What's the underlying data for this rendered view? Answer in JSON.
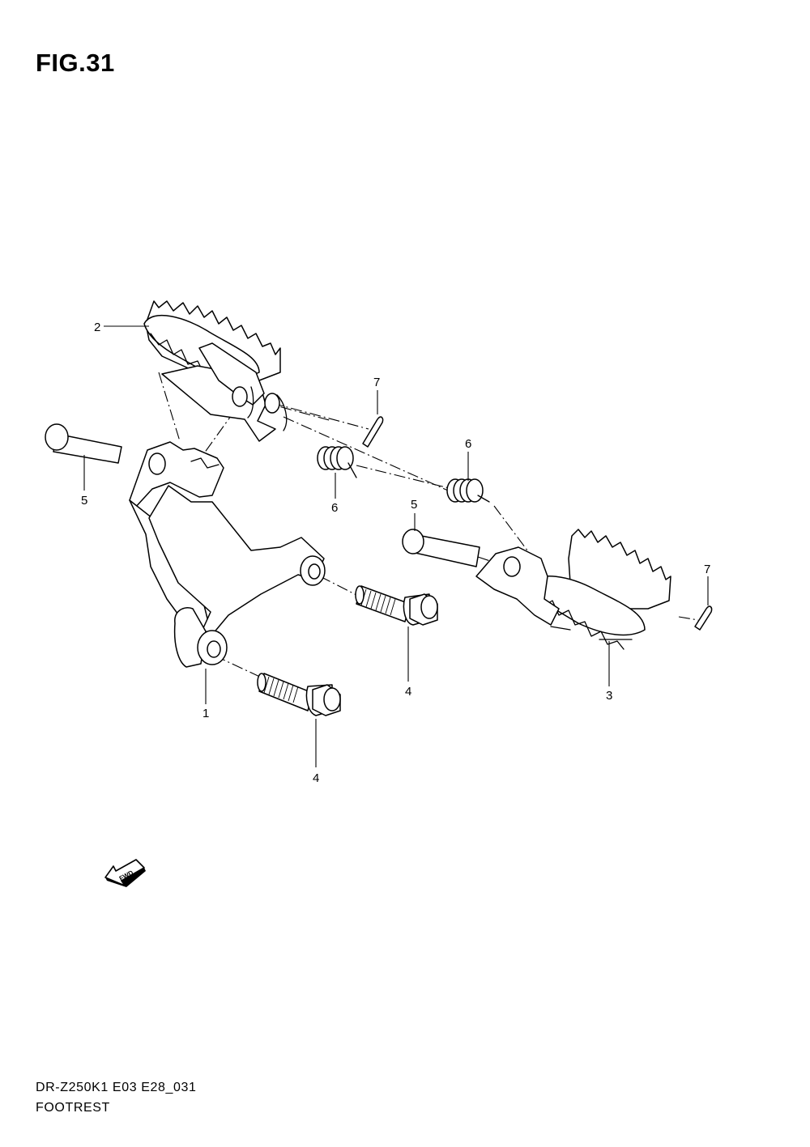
{
  "figure": {
    "title": "FIG.31"
  },
  "callouts": {
    "c1": "1",
    "c2": "2",
    "c3": "3",
    "c4a": "4",
    "c4b": "4",
    "c5a": "5",
    "c5b": "5",
    "c6a": "6",
    "c6b": "6",
    "c7a": "7",
    "c7b": "7"
  },
  "direction_arrow": {
    "text": "FWD",
    "icon": "fwd-arrow-icon"
  },
  "footer": {
    "code": "DR-Z250K1  E03  E28_031",
    "name": "FOOTREST"
  }
}
